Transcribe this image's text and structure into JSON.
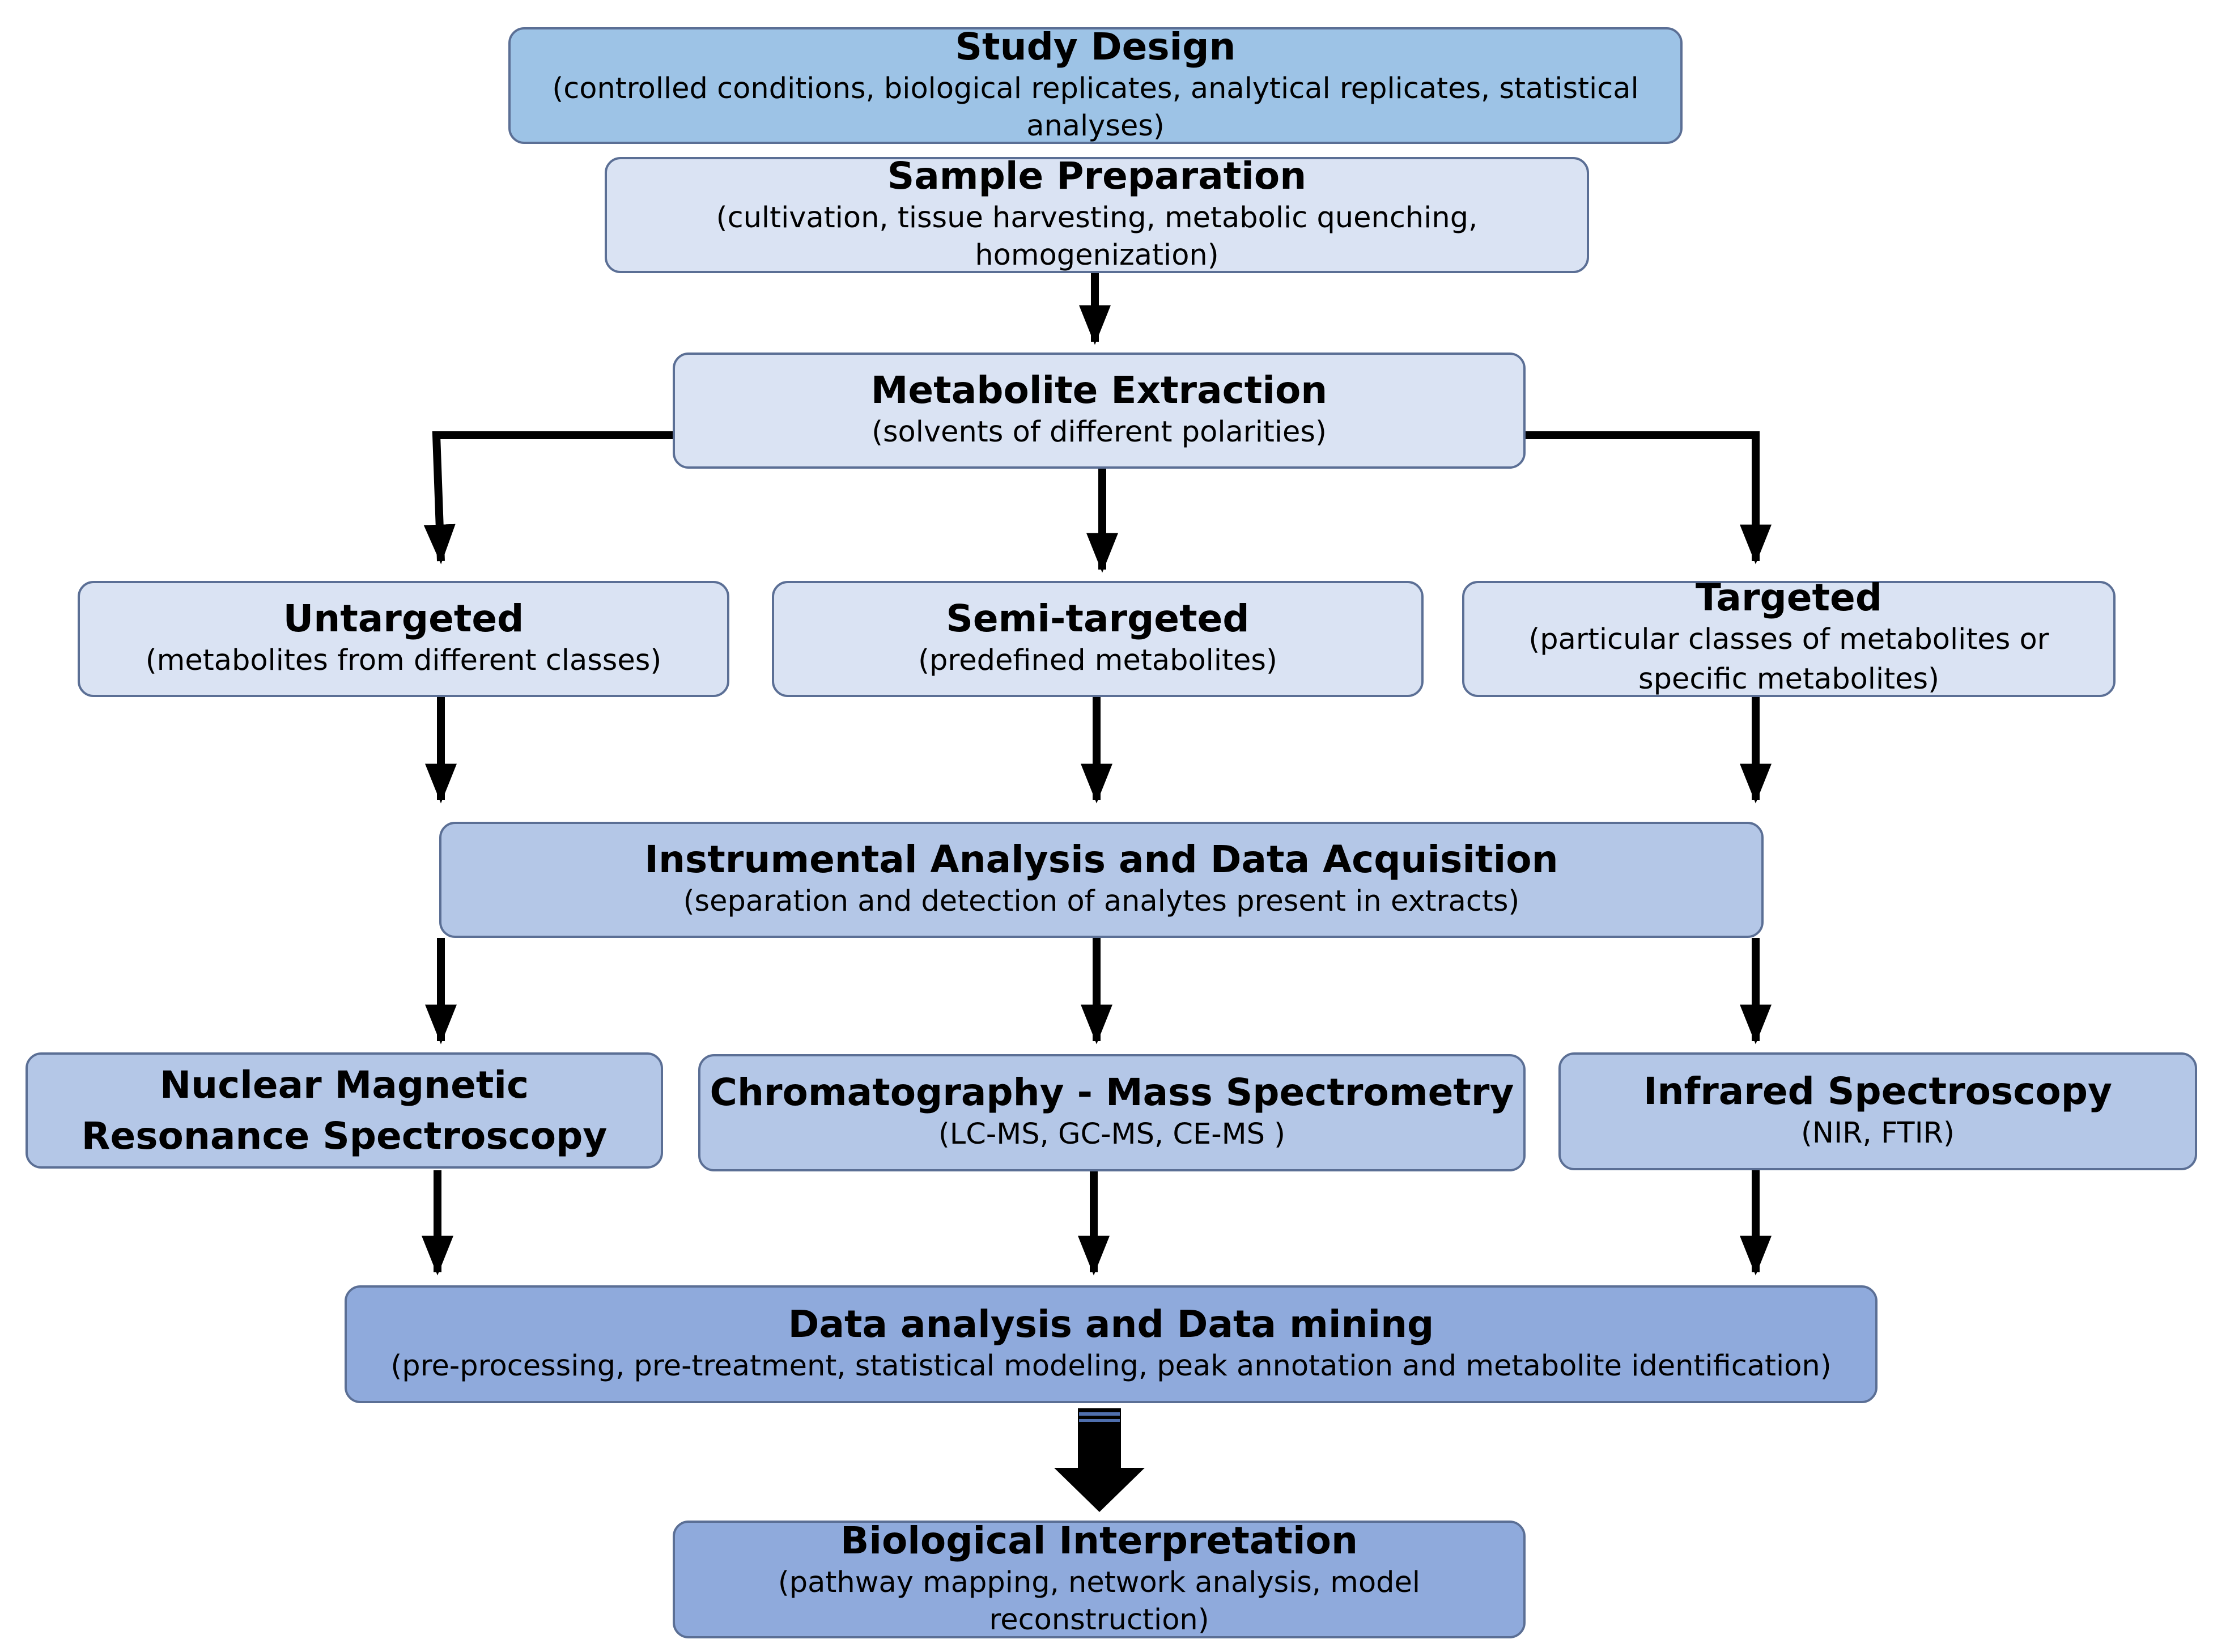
{
  "colors": {
    "study": "#9dc3e6",
    "light": "#dae3f3",
    "mid": "#b4c7e7",
    "dark": "#8faadc",
    "border": "#5b6f95",
    "arrow": "#000000"
  },
  "nodes": {
    "study_design": {
      "title": "Study Design",
      "subtitle": "(controlled conditions, biological replicates, analytical replicates, statistical analyses)"
    },
    "sample_preparation": {
      "title": "Sample Preparation",
      "subtitle": "(cultivation, tissue harvesting, metabolic quenching, homogenization)"
    },
    "metabolite_extraction": {
      "title": "Metabolite Extraction",
      "subtitle": "(solvents of different polarities)"
    },
    "untargeted": {
      "title": "Untargeted",
      "subtitle": "(metabolites from different classes)"
    },
    "semi_targeted": {
      "title": "Semi-targeted",
      "subtitle": "(predefined metabolites)"
    },
    "targeted": {
      "title": "Targeted",
      "subtitle": "(particular classes of metabolites or specific metabolites)"
    },
    "instrumental_analysis": {
      "title": "Instrumental Analysis and Data Acquisition",
      "subtitle": "(separation and detection of analytes present in extracts)"
    },
    "nmr": {
      "title": "Nuclear Magnetic Resonance Spectroscopy"
    },
    "chromatography_ms": {
      "title": "Chromatography - Mass Spectrometry",
      "subtitle": "(LC-MS, GC-MS, CE-MS )"
    },
    "infrared": {
      "title": "Infrared Spectroscopy",
      "subtitle": "(NIR, FTIR)"
    },
    "data_analysis": {
      "title": "Data analysis and Data mining",
      "subtitle": "(pre-processing, pre-treatment, statistical modeling, peak annotation and metabolite identification)"
    },
    "biological_interpretation": {
      "title": "Biological Interpretation",
      "subtitle": "(pathway mapping, network analysis, model reconstruction)"
    }
  },
  "edges": [
    {
      "from": "sample_preparation",
      "to": "metabolite_extraction"
    },
    {
      "from": "metabolite_extraction",
      "to": "untargeted"
    },
    {
      "from": "metabolite_extraction",
      "to": "semi_targeted"
    },
    {
      "from": "metabolite_extraction",
      "to": "targeted"
    },
    {
      "from": "untargeted",
      "to": "instrumental_analysis"
    },
    {
      "from": "semi_targeted",
      "to": "instrumental_analysis"
    },
    {
      "from": "targeted",
      "to": "instrumental_analysis"
    },
    {
      "from": "instrumental_analysis",
      "to": "nmr"
    },
    {
      "from": "instrumental_analysis",
      "to": "chromatography_ms"
    },
    {
      "from": "instrumental_analysis",
      "to": "infrared"
    },
    {
      "from": "nmr",
      "to": "data_analysis"
    },
    {
      "from": "chromatography_ms",
      "to": "data_analysis"
    },
    {
      "from": "infrared",
      "to": "data_analysis"
    },
    {
      "from": "data_analysis",
      "to": "biological_interpretation"
    }
  ]
}
